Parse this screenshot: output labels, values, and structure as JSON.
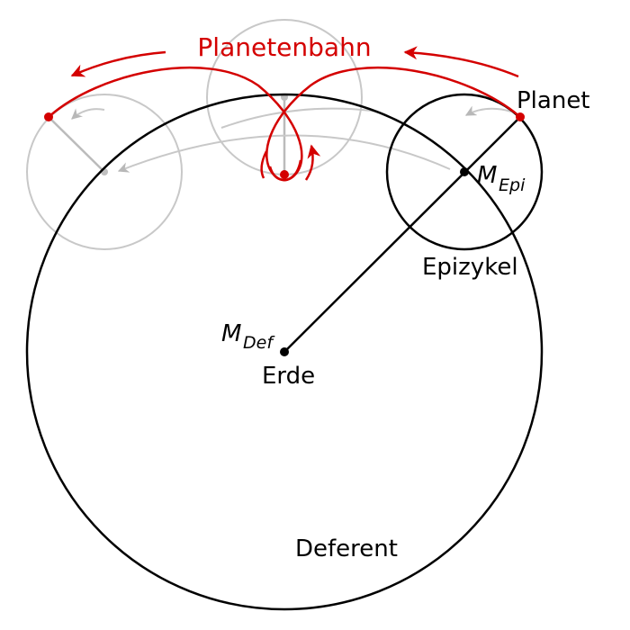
{
  "labels": {
    "orbit": "Planetenbahn",
    "planet": "Planet",
    "epicycle": "Epizykel",
    "earth": "Erde",
    "deferent": "Deferent",
    "m_epi_main": "M",
    "m_epi_sub": "Epi",
    "m_def_main": "M",
    "m_def_sub": "Def"
  },
  "colors": {
    "ink": "#000000",
    "orbit": "#d40000",
    "ghost": "#c8c8c8",
    "ghost_arrow": "#b8b8b8",
    "background": "#ffffff"
  }
}
